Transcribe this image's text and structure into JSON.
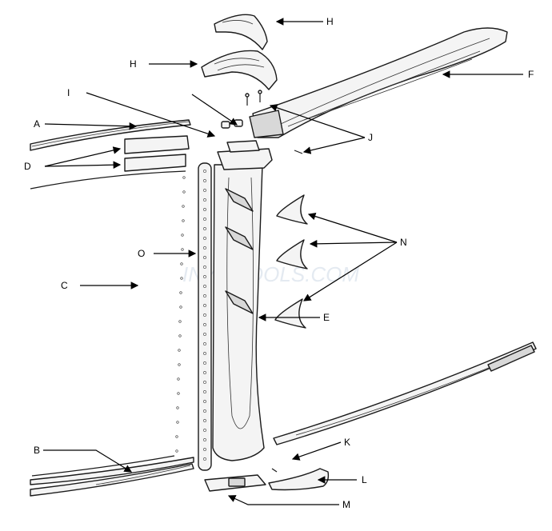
{
  "labels": {
    "A": "A",
    "B": "B",
    "C": "C",
    "D": "D",
    "E": "E",
    "F": "F",
    "H1": "H",
    "H2": "H",
    "I": "I",
    "J": "J",
    "K": "K",
    "L": "L",
    "M": "M",
    "N": "N",
    "O": "O"
  },
  "watermark": "INYOPOOLS.COM",
  "colors": {
    "stroke": "#1a1a1a",
    "fill": "#f4f4f4",
    "watermark": "#cfd9e6"
  }
}
